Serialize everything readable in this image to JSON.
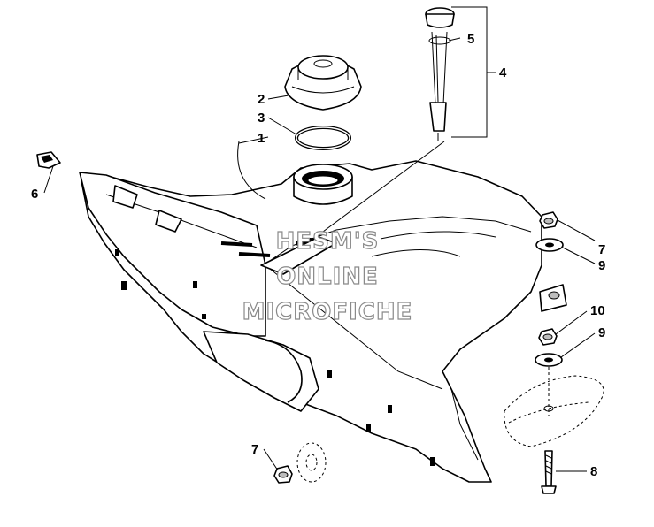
{
  "callouts": {
    "c1": "1",
    "c2": "2",
    "c3": "3",
    "c4": "4",
    "c5": "5",
    "c6": "6",
    "c7a": "7",
    "c7b": "7",
    "c8": "8",
    "c9a": "9",
    "c9b": "9",
    "c10": "10"
  },
  "watermark": {
    "line1": "HESM'S",
    "line2": "ONLINE",
    "line3": "MICROFICHE"
  }
}
